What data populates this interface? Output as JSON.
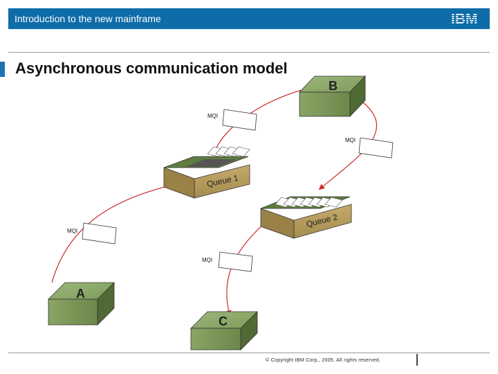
{
  "header": {
    "title": "Introduction to the new mainframe",
    "logo": "IBM"
  },
  "slide": {
    "title": "Asynchronous communication model"
  },
  "diagram": {
    "programs": [
      "A",
      "B",
      "C"
    ],
    "queues": [
      "Queue 1",
      "Queue 2"
    ],
    "api_label": "MQI"
  },
  "footer": {
    "copyright": "© Copyright IBM Corp., 2005. All rights reserved."
  },
  "colors": {
    "header_bg": "#0e6ca8",
    "box_green": "#6d8a4b",
    "queue_tan": "#b39a5a",
    "arrow_red": "#cc2a2a"
  }
}
